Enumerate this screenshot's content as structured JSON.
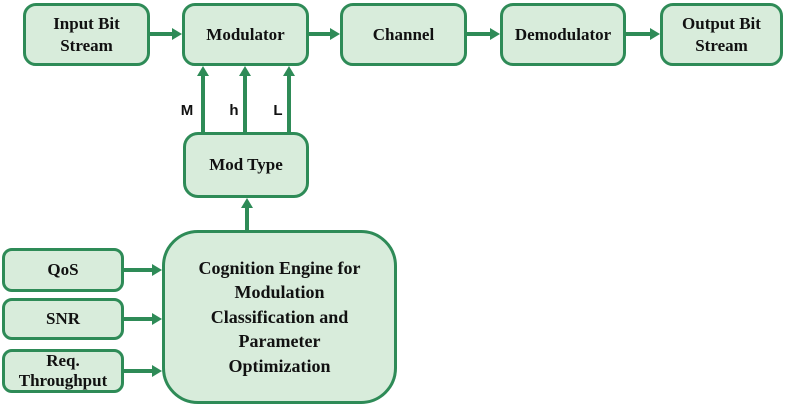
{
  "diagram": {
    "blocks": {
      "input_bit_stream": {
        "lines": [
          "Input Bit",
          "Stream"
        ]
      },
      "modulator": {
        "lines": [
          "Modulator"
        ]
      },
      "channel": {
        "lines": [
          "Channel"
        ]
      },
      "demodulator": {
        "lines": [
          "Demodulator"
        ]
      },
      "output_bit_stream": {
        "lines": [
          "Output Bit",
          "Stream"
        ]
      },
      "mod_type": {
        "lines": [
          "Mod Type"
        ]
      },
      "cognition_engine": {
        "lines": [
          "Cognition Engine for",
          "Modulation",
          "Classification and",
          "Parameter",
          "Optimization"
        ]
      },
      "qos": {
        "lines": [
          "QoS"
        ]
      },
      "snr": {
        "lines": [
          "SNR"
        ]
      },
      "req_throughput": {
        "lines": [
          "Req.",
          "Throughput"
        ]
      }
    },
    "modulator_param_labels": {
      "m": "M",
      "h": "h",
      "l": "L"
    },
    "colors": {
      "box_border": "#2e8b57",
      "box_fill": "#d8ecdb",
      "text": "#111111",
      "background": "#ffffff"
    }
  }
}
